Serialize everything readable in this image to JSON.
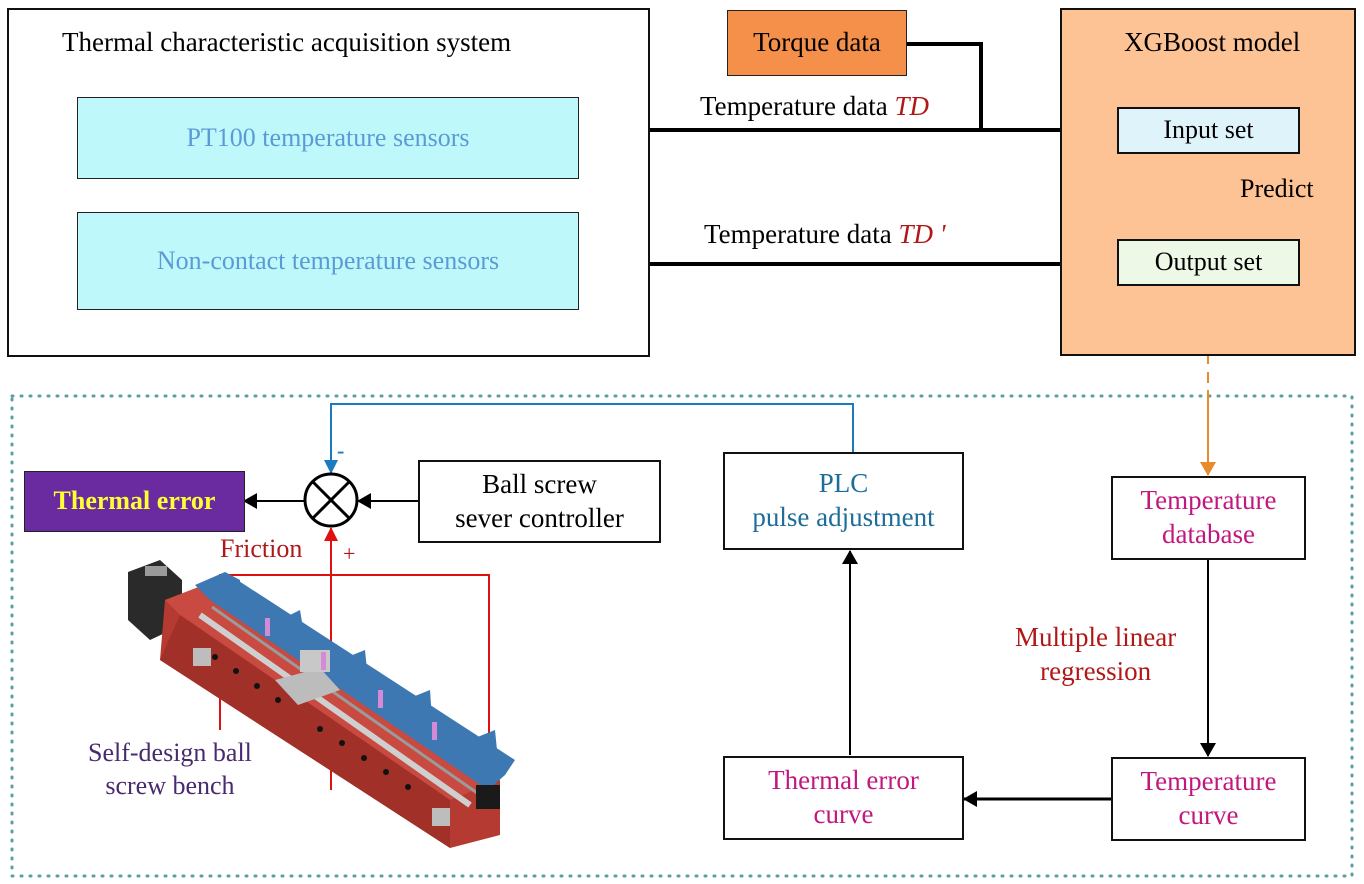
{
  "acquisition": {
    "title": "Thermal characteristic  acquisition system",
    "sensors": [
      {
        "label": "PT100 temperature sensors"
      },
      {
        "label": "Non-contact temperature sensors"
      }
    ]
  },
  "torque": {
    "label": "Torque data"
  },
  "flows": {
    "td_prefix": "Temperature data ",
    "td_symbol": "TD",
    "tdp_prefix": "Temperature data ",
    "tdp_symbol": "TD '"
  },
  "xgboost": {
    "title": "XGBoost model",
    "input_set": "Input set",
    "output_set": "Output set",
    "predict": "Predict"
  },
  "control": {
    "thermal_error": "Thermal error",
    "controller_line1": "Ball screw",
    "controller_line2": "sever controller",
    "minus_sign": "-",
    "plus_sign": "+",
    "friction": "Friction",
    "bench_line1": "Self-design ball",
    "bench_line2": "screw bench",
    "plc_line1": "PLC",
    "plc_line2": "pulse adjustment",
    "db_line1": "Temperature",
    "db_line2": "database",
    "mlr_line1": "Multiple linear",
    "mlr_line2": "regression",
    "tcurve_line1": "Temperature",
    "tcurve_line2": "curve",
    "tecurve_line1": "Thermal error",
    "tecurve_line2": "curve"
  },
  "colors": {
    "sensor_fill": "#bff8fb",
    "sensor_text": "#5b9bd5",
    "torque_fill": "#f4904a",
    "xgb_fill": "#fdc395",
    "input_fill": "#dff3fb",
    "output_fill": "#eef8e6",
    "thermal_error_fill": "#6a2aa0",
    "thermal_error_text": "#ffff33",
    "plc_text": "#1d6c9a",
    "magenta_text": "#c0187e",
    "red_text": "#b01818",
    "bench_text": "#4a2a6e",
    "feedback_blue": "#1b7bc0",
    "friction_red": "#e01010",
    "orange_line": "#e88a2e",
    "dotted_border": "#5a9ea0"
  }
}
